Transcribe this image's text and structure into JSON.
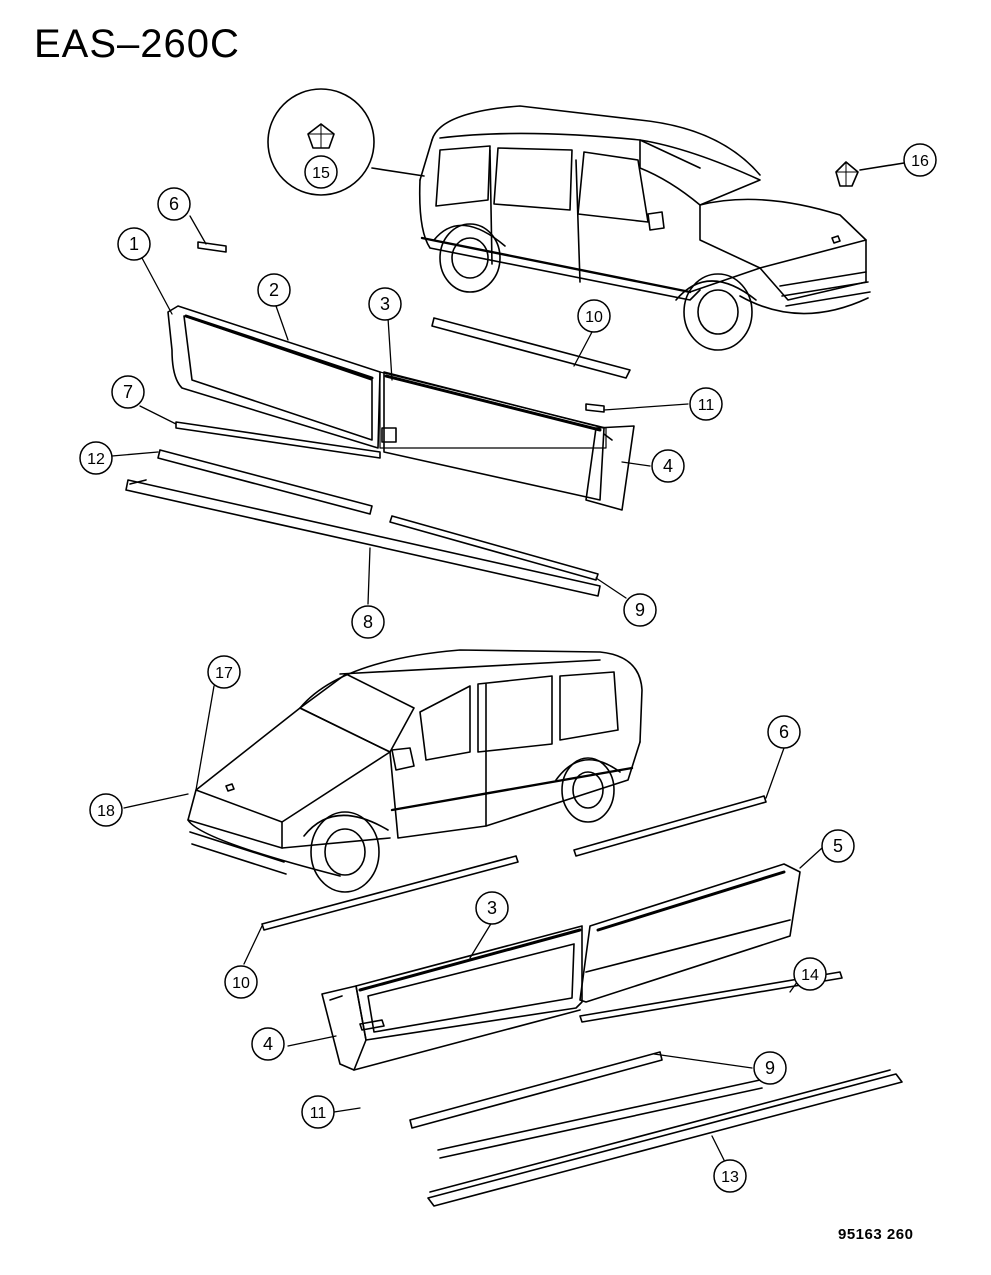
{
  "header": {
    "title": "EAS–260C"
  },
  "footer": {
    "drawing_code": "95163  260"
  },
  "callouts": [
    {
      "id": "c1",
      "label": "1"
    },
    {
      "id": "c2",
      "label": "2"
    },
    {
      "id": "c3a",
      "label": "3"
    },
    {
      "id": "c4a",
      "label": "4"
    },
    {
      "id": "c6a",
      "label": "6"
    },
    {
      "id": "c7",
      "label": "7"
    },
    {
      "id": "c8",
      "label": "8"
    },
    {
      "id": "c9a",
      "label": "9"
    },
    {
      "id": "c10a",
      "label": "10"
    },
    {
      "id": "c11a",
      "label": "11"
    },
    {
      "id": "c12",
      "label": "12"
    },
    {
      "id": "c15",
      "label": "15"
    },
    {
      "id": "c16",
      "label": "16"
    },
    {
      "id": "c17",
      "label": "17"
    },
    {
      "id": "c18",
      "label": "18"
    },
    {
      "id": "c6b",
      "label": "6"
    },
    {
      "id": "c5",
      "label": "5"
    },
    {
      "id": "c3b",
      "label": "3"
    },
    {
      "id": "c10b",
      "label": "10"
    },
    {
      "id": "c4b",
      "label": "4"
    },
    {
      "id": "c14",
      "label": "14"
    },
    {
      "id": "c9b",
      "label": "9"
    },
    {
      "id": "c11b",
      "label": "11"
    },
    {
      "id": "c13",
      "label": "13"
    }
  ],
  "colors": {
    "line": "#000000",
    "background": "#ffffff"
  }
}
